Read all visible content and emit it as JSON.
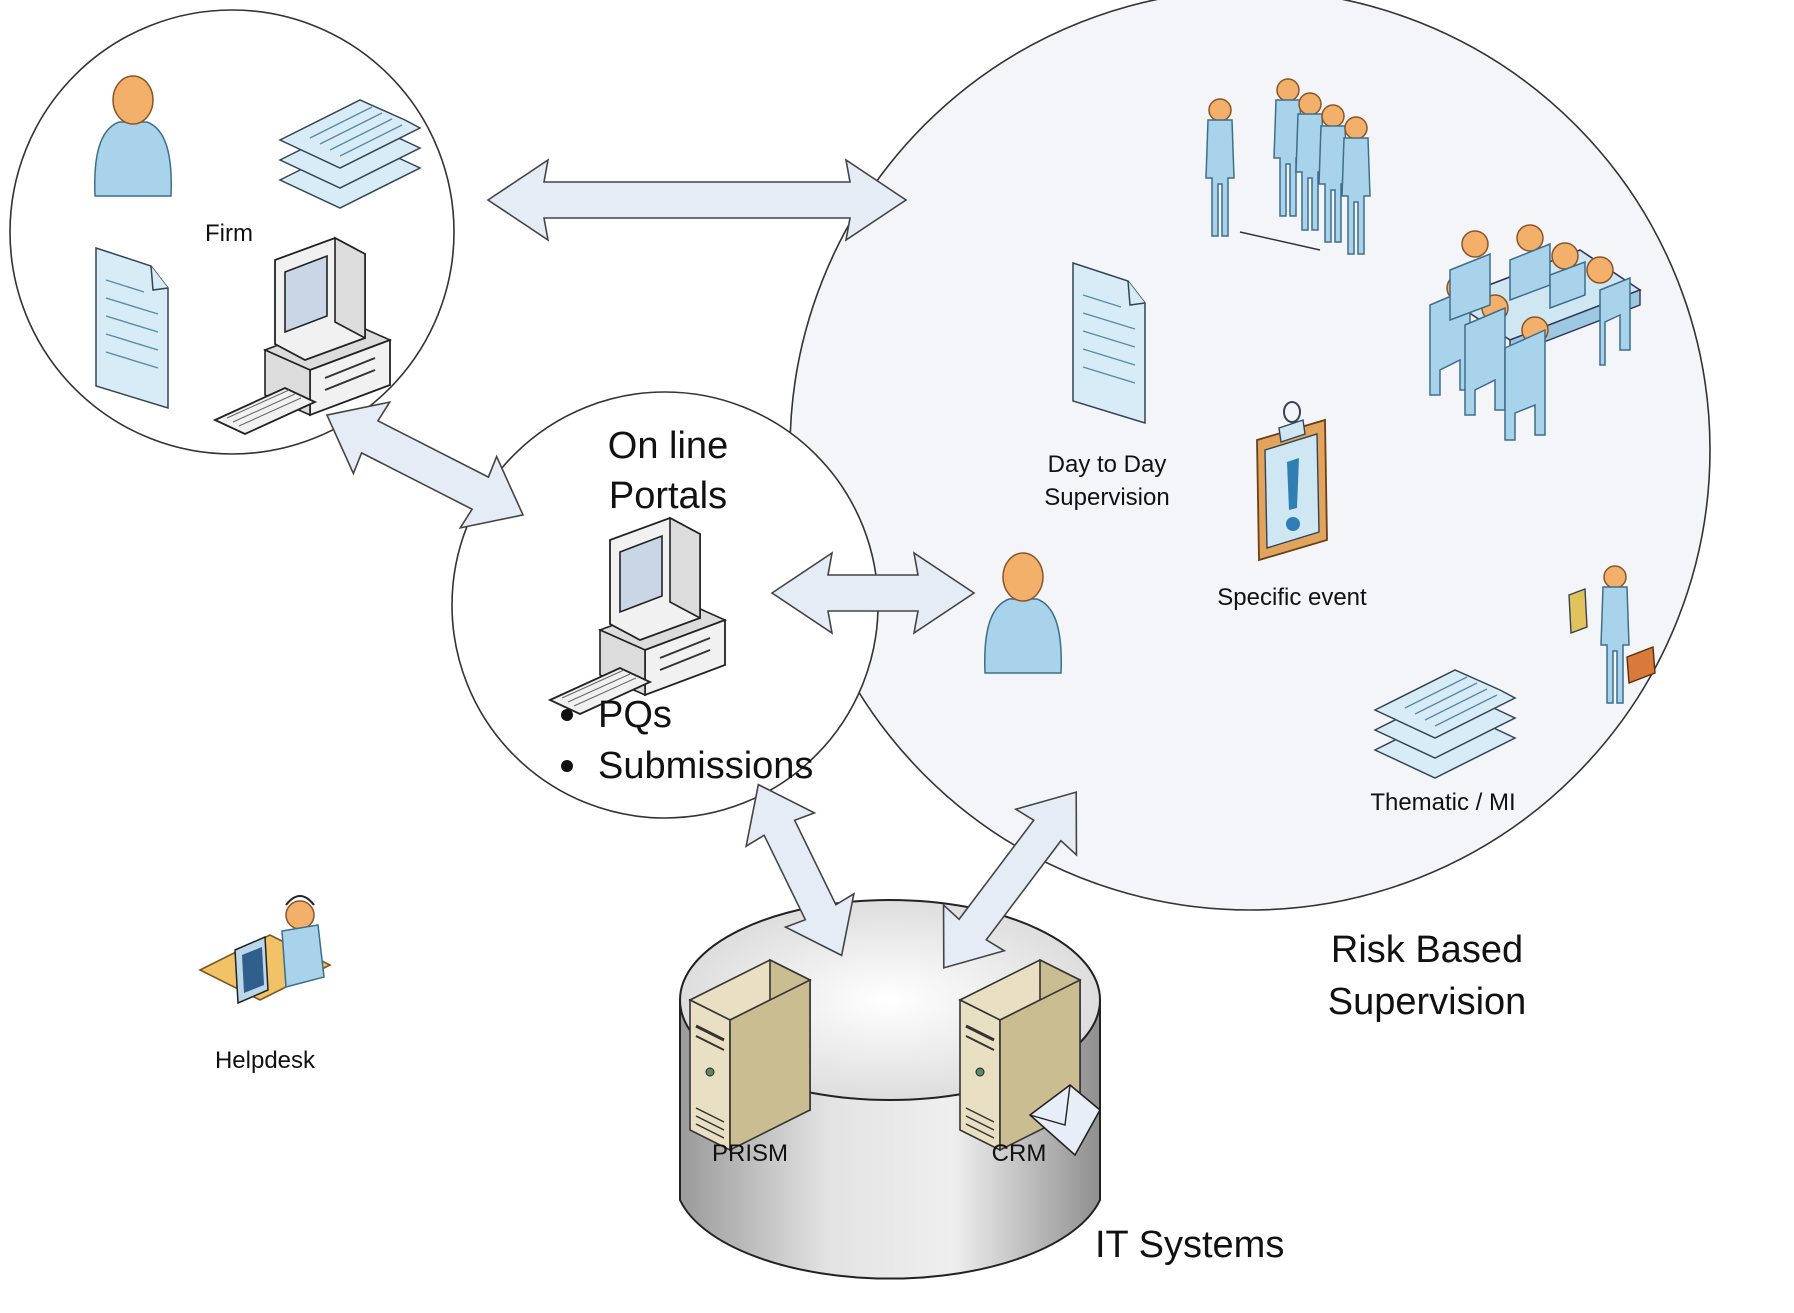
{
  "labels": {
    "firm": "Firm",
    "portals_line1": "On line",
    "portals_line2": "Portals",
    "portal_item_1": "PQs",
    "portal_item_2": "Submissions",
    "day_to_day_line1": "Day to Day",
    "day_to_day_line2": "Supervision",
    "specific_event": "Specific event",
    "thematic_mi": "Thematic / MI",
    "rbs_line1": "Risk Based",
    "rbs_line2": "Supervision",
    "helpdesk": "Helpdesk",
    "prism": "PRISM",
    "crm": "CRM",
    "it_systems": "IT Systems"
  },
  "icons": {
    "firm": [
      "person-icon",
      "document-stack-icon",
      "document-icon",
      "computer-icon"
    ],
    "portals": [
      "computer-icon"
    ],
    "supervision": [
      "people-group-icon",
      "meeting-table-icon",
      "document-icon",
      "clipboard-alert-icon",
      "person-icon",
      "inspector-icon",
      "document-stack-icon"
    ],
    "helpdesk": [
      "helpdesk-icon"
    ],
    "it_systems": [
      "database-cylinder-icon",
      "server-icon",
      "server-icon",
      "envelope-icon"
    ]
  },
  "colors": {
    "arrow_fill": "#e6ecf6",
    "person_body": "#a9d3ea",
    "person_head": "#f2b06b",
    "rbs_fill": "#f3f5f9"
  }
}
